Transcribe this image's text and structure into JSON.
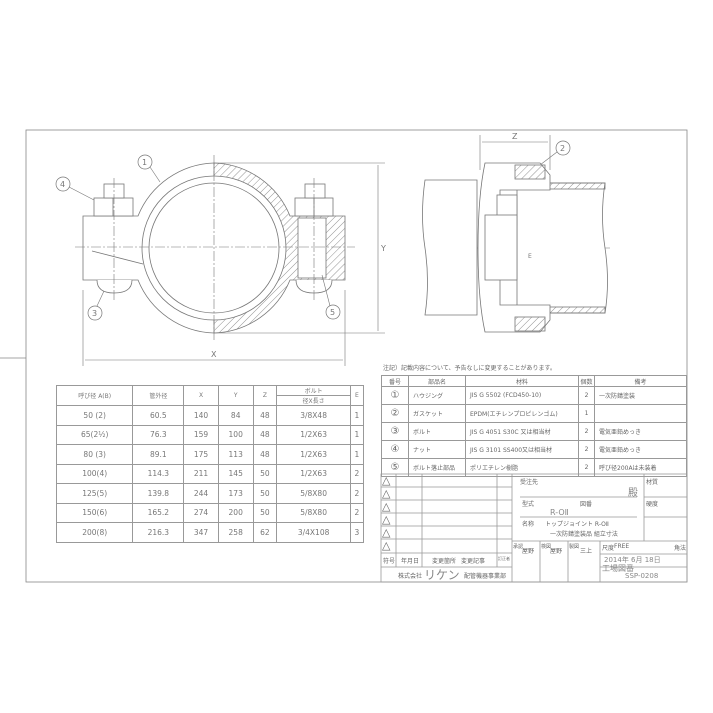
{
  "dimension_table": {
    "headers": [
      "呼び径 A(B)",
      "管外径",
      "X",
      "Y",
      "Z",
      "ボルト",
      "径X長さ",
      "E"
    ],
    "rows": [
      [
        "50 (2)",
        "60.5",
        "140",
        "84",
        "48",
        "3/8X48",
        "1"
      ],
      [
        "65(2½)",
        "76.3",
        "159",
        "100",
        "48",
        "1/2X63",
        "1"
      ],
      [
        "80 (3)",
        "89.1",
        "175",
        "113",
        "48",
        "1/2X63",
        "1"
      ],
      [
        "100(4)",
        "114.3",
        "211",
        "145",
        "50",
        "1/2X63",
        "2"
      ],
      [
        "125(5)",
        "139.8",
        "244",
        "173",
        "50",
        "5/8X80",
        "2"
      ],
      [
        "150(6)",
        "165.2",
        "274",
        "200",
        "50",
        "5/8X80",
        "2"
      ],
      [
        "200(8)",
        "216.3",
        "347",
        "258",
        "62",
        "3/4X108",
        "3"
      ]
    ]
  },
  "note": "注記）記載内容について、予告なしに変更することがあります。",
  "parts_table": {
    "headers": [
      "番号",
      "部品名",
      "材料",
      "個数",
      "備考"
    ],
    "rows": [
      [
        "①",
        "ハウジング",
        "JIS G 5502 (FCD450-10)",
        "2",
        "一次防錆塗装"
      ],
      [
        "②",
        "ガスケット",
        "EPDM(エチレンプロピレンゴム)",
        "1",
        ""
      ],
      [
        "③",
        "ボルト",
        "JIS G 4051 S30C 又は相当材",
        "2",
        "電気亜鉛めっき"
      ],
      [
        "④",
        "ナット",
        "JIS G 3101 SS400又は相当材",
        "2",
        "電気亜鉛めっき"
      ],
      [
        "⑤",
        "ボルト落止部品",
        "ポリエチレン樹脂",
        "2",
        "呼び径200Aは未装着"
      ]
    ]
  },
  "drawing_labels": {
    "x": "X",
    "y": "Y",
    "z": "Z",
    "e": "E",
    "callouts": [
      "1",
      "2",
      "3",
      "4",
      "5"
    ]
  },
  "title_block": {
    "revision_symbol": "△",
    "rev_headers": [
      "符号",
      "年月日",
      "変更箇所",
      "変更記事",
      "訂正者"
    ],
    "customer_label": "受注先",
    "customer_suffix": "殿",
    "material_label": "材質",
    "hardness_label": "硬度",
    "model_label": "型式",
    "drawing_no_label": "図番",
    "model": "R-OⅡ",
    "name_label": "名称",
    "name_line1": "トップジョイント R-OⅡ",
    "name_line2": "一次防錆塗装品 組立寸法",
    "approved_label": "承認",
    "approved_by": "屋野",
    "checked_label": "検図",
    "checked_by": "屋野",
    "drawn_label": "製図",
    "drawn_by": "三上",
    "scale_label": "尺度",
    "scale": "FREE",
    "projection_label": "角法",
    "date": "2014年 6月 18日",
    "factory_drawing_label": "工場図番",
    "factory_drawing_no": "SSP-0208",
    "company": "株式会社",
    "company_logo": "リケン",
    "department": "配管機器事業部"
  }
}
